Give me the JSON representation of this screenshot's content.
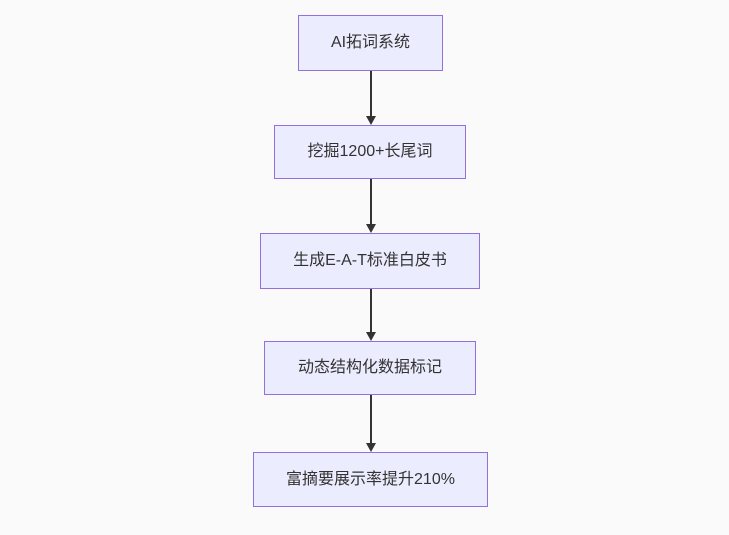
{
  "page": {
    "background_color": "#fafafa"
  },
  "flowchart": {
    "type": "flowchart",
    "direction": "top-down",
    "nodes": [
      {
        "id": "n1",
        "label": "AI拓词系统"
      },
      {
        "id": "n2",
        "label": "挖掘1200+长尾词"
      },
      {
        "id": "n3",
        "label": "生成E-A-T标准白皮书"
      },
      {
        "id": "n4",
        "label": "动态结构化数据标记"
      },
      {
        "id": "n5",
        "label": "富摘要展示率提升210%"
      }
    ],
    "edges": [
      {
        "from": "n1",
        "to": "n2",
        "style": "arrow-down"
      },
      {
        "from": "n2",
        "to": "n3",
        "style": "arrow-down"
      },
      {
        "from": "n3",
        "to": "n4",
        "style": "arrow-down"
      },
      {
        "from": "n4",
        "to": "n5",
        "style": "arrow-down"
      }
    ],
    "colors": {
      "node_fill": "#ececff",
      "node_border": "#9370db",
      "node_text": "#333333",
      "edge_stroke": "#333333"
    }
  }
}
